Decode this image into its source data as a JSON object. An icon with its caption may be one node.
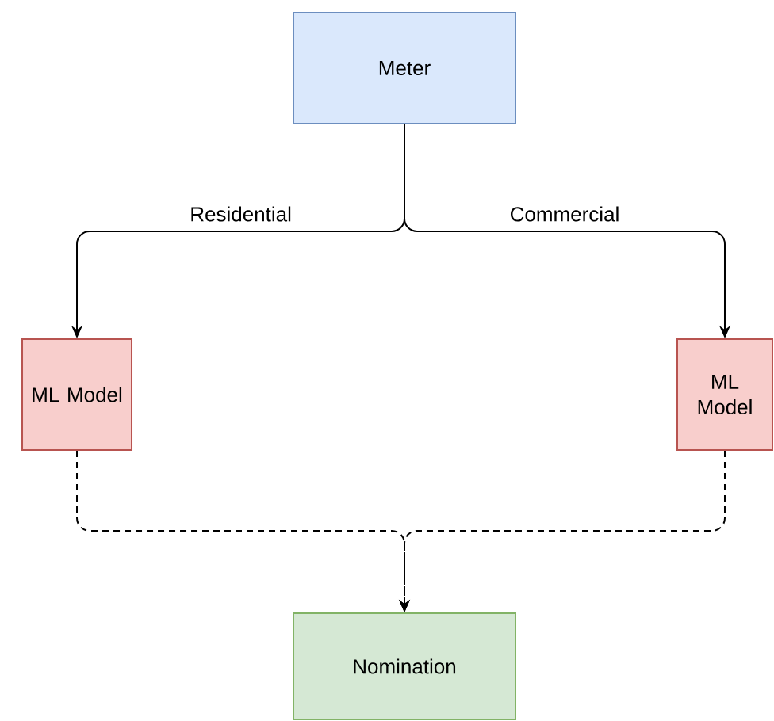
{
  "diagram": {
    "nodes": [
      {
        "text": [
          "Meter"
        ]
      },
      {
        "text": [
          "ML Model"
        ]
      },
      {
        "text": [
          "ML Model"
        ]
      },
      {
        "text": [
          "Nomination"
        ]
      }
    ],
    "edges": [
      {
        "from": 0,
        "to": 1,
        "arrow": "to",
        "label": "Residential"
      },
      {
        "from": 0,
        "to": 2,
        "arrow": "to",
        "label": "Commercial"
      },
      {
        "from": 1,
        "to": 3,
        "arrow": "to",
        "style": "dashed"
      },
      {
        "from": 2,
        "to": 3,
        "arrow": "to",
        "style": "dashed"
      }
    ]
  }
}
